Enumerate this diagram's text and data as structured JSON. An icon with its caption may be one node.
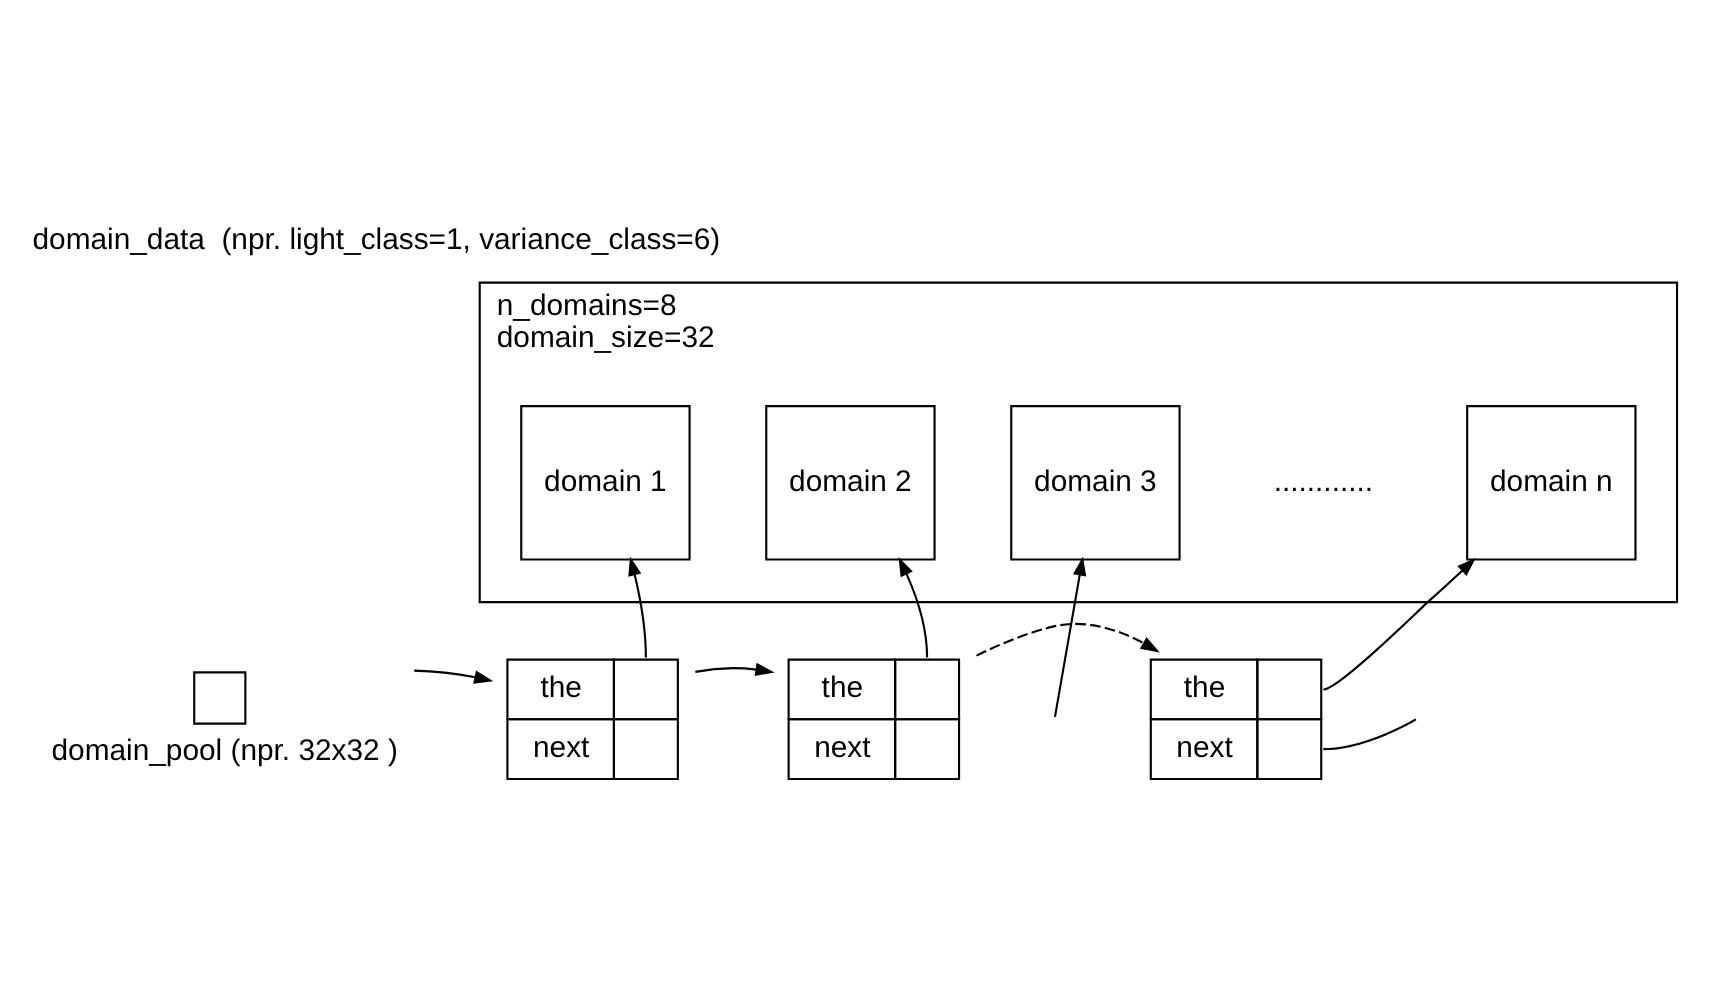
{
  "diagram": {
    "title": "domain_data  (npr. light_class=1, variance_class=6)",
    "nodes": [
      {
        "text": [
          "n_domains=8",
          "domain_size=32"
        ]
      },
      {
        "text": [
          "domain 1"
        ],
        "in": 0
      },
      {
        "text": [
          "domain 2"
        ],
        "in": 0
      },
      {
        "text": [
          "domain 3"
        ],
        "in": 0
      },
      {
        "text": [
          "domain n"
        ],
        "in": 0
      },
      {
        "text": [],
        "shape": "box",
        "beside": [
          "domain_pool (npr. 32x32 )"
        ]
      },
      {
        "text": [
          "the",
          "next"
        ]
      },
      {
        "text": [
          "the",
          "next"
        ]
      },
      {
        "text": [
          "the",
          "next"
        ]
      }
    ],
    "edges": [
      {
        "from": 6,
        "to": 1,
        "arrow": "to"
      },
      {
        "from": 7,
        "to": 2,
        "arrow": "to"
      },
      {
        "from": null,
        "to": 3,
        "arrow": "to"
      },
      {
        "from": 8,
        "to": 4,
        "arrow": "to"
      },
      {
        "from": 5,
        "to": 6,
        "arrow": "to"
      },
      {
        "from": 6,
        "to": 7,
        "arrow": "to"
      },
      {
        "from": 7,
        "to": 8,
        "arrow": "to",
        "style": "dashed"
      },
      {
        "from": 8,
        "to": null,
        "arrow": "none"
      }
    ],
    "labels": [
      "............"
    ]
  }
}
